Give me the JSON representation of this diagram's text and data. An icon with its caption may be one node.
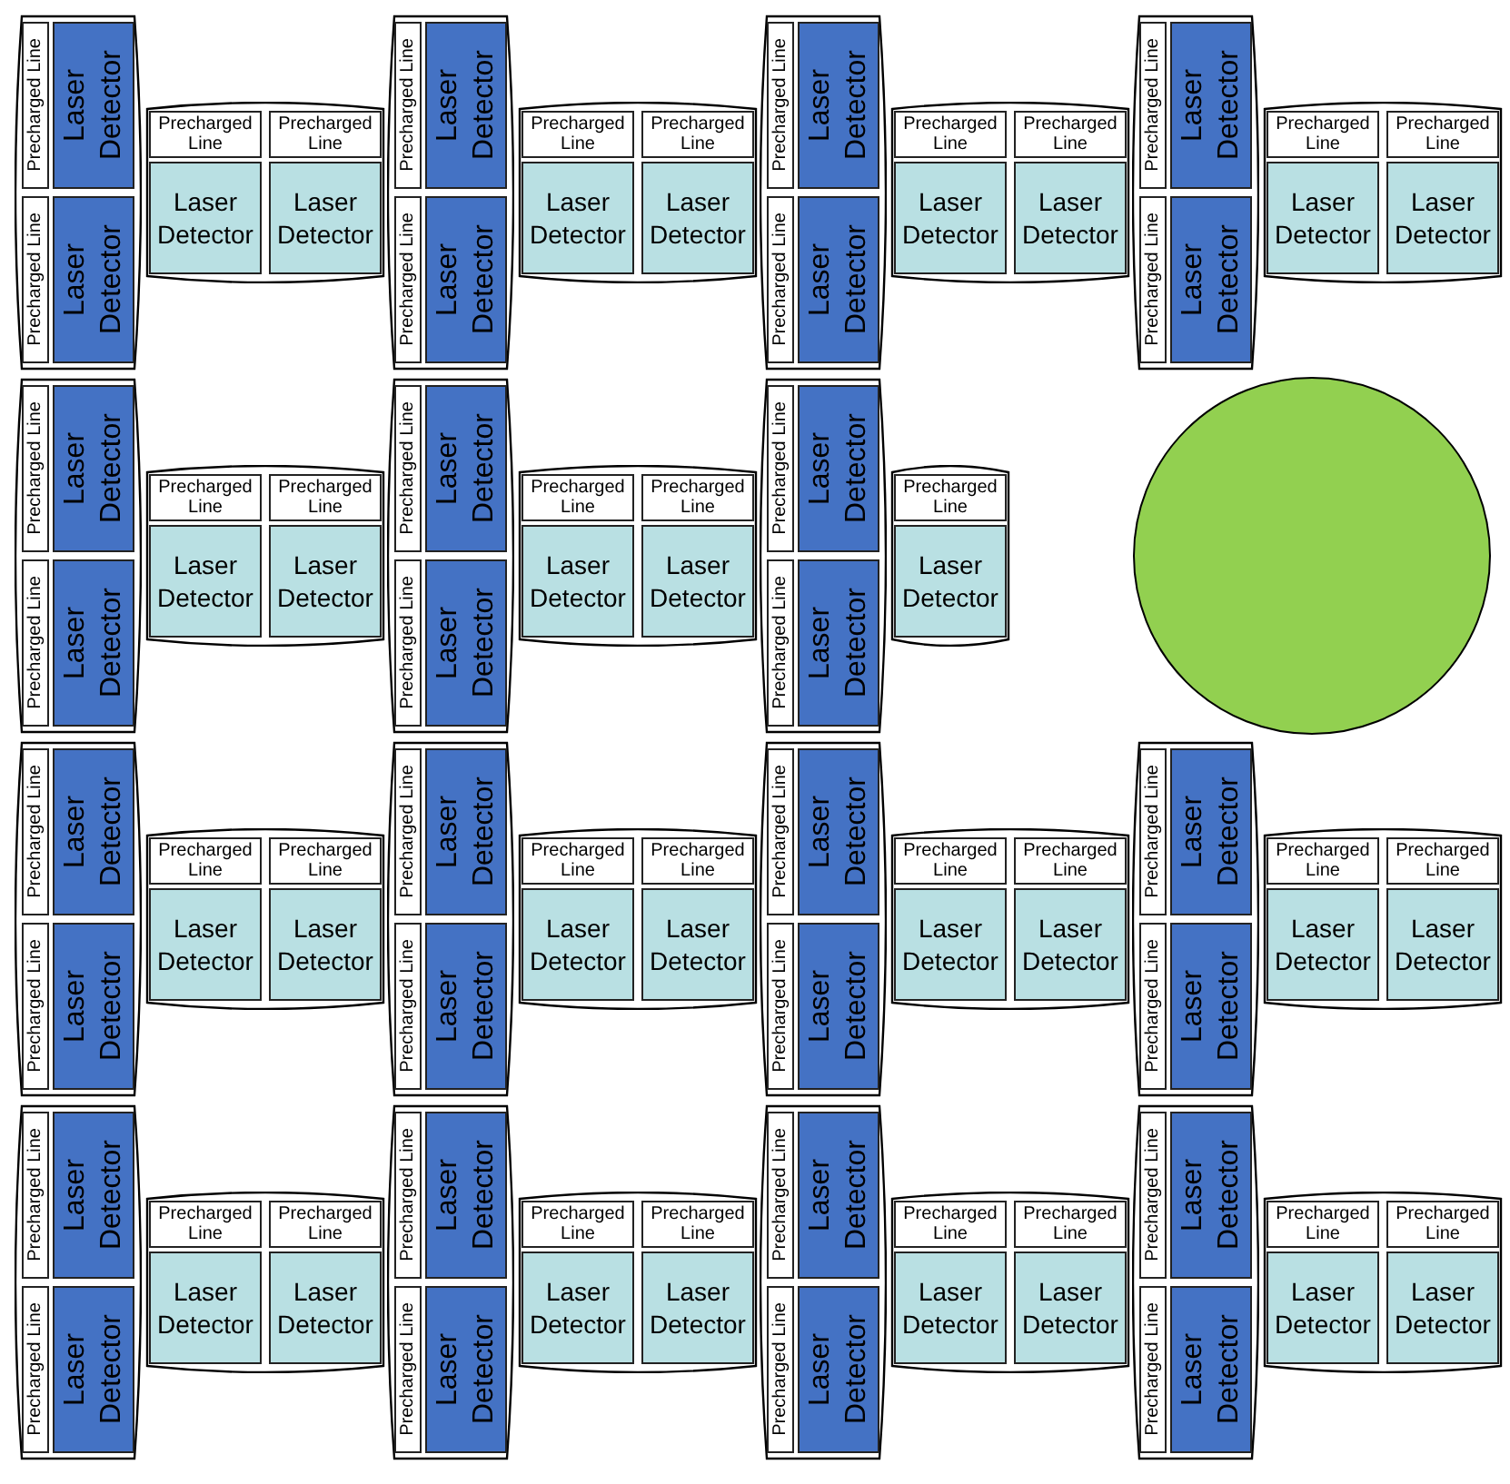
{
  "diagram": {
    "nodes": [
      {
        "text": [
          "Precharged Line"
        ]
      },
      {
        "text": [
          "Laser Detector"
        ]
      },
      {
        "text": [
          "Precharged Line"
        ]
      },
      {
        "text": [
          "Laser Detector"
        ]
      },
      {
        "text": [
          "Precharged Line"
        ]
      },
      {
        "text": [
          "Laser Detector"
        ]
      },
      {
        "text": [
          "Precharged Line"
        ]
      },
      {
        "text": [
          "Laser Detector"
        ]
      },
      {
        "text": [
          "Precharged Line"
        ]
      },
      {
        "text": [
          "Laser Detector"
        ]
      },
      {
        "text": [
          "Precharged Line"
        ]
      },
      {
        "text": [
          "Laser Detector"
        ]
      },
      {
        "text": [
          "Precharged Line"
        ]
      },
      {
        "text": [
          "Laser Detector"
        ]
      },
      {
        "text": [
          "Precharged Line"
        ]
      },
      {
        "text": [
          "Laser Detector"
        ]
      },
      {
        "text": [
          "Precharged Line"
        ]
      },
      {
        "text": [
          "Laser Detector"
        ]
      },
      {
        "text": [
          "Precharged Line"
        ]
      },
      {
        "text": [
          "Laser Detector"
        ]
      },
      {
        "text": [
          "Precharged Line"
        ]
      },
      {
        "text": [
          "Laser Detector"
        ]
      },
      {
        "text": [
          "Precharged Line"
        ]
      },
      {
        "text": [
          "Laser Detector"
        ]
      },
      {
        "text": [
          "Precharged Line"
        ]
      },
      {
        "text": [
          "Laser Detector"
        ]
      },
      {
        "text": [
          "Precharged Line"
        ]
      },
      {
        "text": [
          "Laser Detector"
        ]
      },
      {
        "text": [
          "Precharged Line"
        ]
      },
      {
        "text": [
          "Laser Detector"
        ]
      },
      {
        "text": [
          "Precharged Line"
        ]
      },
      {
        "text": [
          "Laser Detector"
        ]
      },
      {
        "text": [
          "Precharged Line"
        ]
      },
      {
        "text": [
          "Laser Detector"
        ]
      },
      {
        "text": [
          "Precharged Line"
        ]
      },
      {
        "text": [
          "Laser Detector"
        ]
      },
      {
        "text": [
          "Precharged Line"
        ]
      },
      {
        "text": [
          "Laser Detector"
        ]
      },
      {
        "text": [
          "Precharged Line"
        ]
      },
      {
        "text": [
          "Laser Detector"
        ]
      },
      {
        "text": [
          "Precharged Line"
        ]
      },
      {
        "text": [
          "Laser Detector"
        ]
      },
      {
        "text": [
          "Precharged Line"
        ]
      },
      {
        "text": [
          "Laser Detector"
        ]
      },
      {
        "text": [
          "Precharged Line"
        ]
      },
      {
        "text": [
          "Laser Detector"
        ]
      },
      {
        "text": [
          "Precharged Line"
        ]
      },
      {
        "text": [
          "Laser Detector"
        ]
      },
      {
        "text": [
          "Precharged Line"
        ]
      },
      {
        "text": [
          "Laser Detector"
        ]
      },
      {
        "text": [
          "Precharged Line"
        ]
      },
      {
        "text": [
          "Laser Detector"
        ]
      },
      {
        "text": [
          "Precharged Line"
        ]
      },
      {
        "text": [
          "Laser Detector"
        ]
      },
      {
        "text": [
          "Precharged Line"
        ]
      },
      {
        "text": [
          "Laser Detector"
        ]
      },
      {
        "text": [
          "Precharged Line"
        ]
      },
      {
        "text": [
          "Laser Detector"
        ]
      },
      {
        "text": [
          "Precharged Line"
        ]
      },
      {
        "text": [
          "Laser Detector"
        ]
      },
      {
        "text": [
          "Precharged Line"
        ]
      },
      {
        "text": [
          "Laser Detector"
        ]
      },
      {
        "text": [
          "Precharged Line"
        ]
      },
      {
        "text": [
          "Laser Detector"
        ]
      },
      {
        "text": [
          "Precharged Line"
        ]
      },
      {
        "text": [
          "Laser Detector"
        ]
      },
      {
        "text": [
          "Precharged Line"
        ]
      },
      {
        "text": [
          "Laser Detector"
        ]
      },
      {
        "text": [
          "Precharged Line"
        ]
      },
      {
        "text": [
          "Laser Detector"
        ]
      },
      {
        "text": [
          "Precharged Line"
        ]
      },
      {
        "text": [
          "Laser Detector"
        ]
      },
      {
        "text": [
          "Precharged Line"
        ]
      },
      {
        "text": [
          "Laser Detector"
        ]
      },
      {
        "text": [
          "Precharged Line"
        ]
      },
      {
        "text": [
          "Laser Detector"
        ]
      },
      {
        "text": [
          "Precharged Line"
        ]
      },
      {
        "text": [
          "Laser Detector"
        ]
      },
      {
        "text": [
          "Precharged Line"
        ]
      },
      {
        "text": [
          "Laser Detector"
        ]
      },
      {
        "text": [
          "Precharged Line"
        ]
      },
      {
        "text": [
          "Laser Detector"
        ]
      },
      {
        "text": [
          "Precharged Line"
        ]
      },
      {
        "text": [
          "Laser Detector"
        ]
      },
      {
        "text": [
          "Precharged Line"
        ]
      },
      {
        "text": [
          "Laser Detector"
        ]
      },
      {
        "text": [
          "Precharged Line"
        ]
      },
      {
        "text": [
          "Laser Detector"
        ]
      },
      {
        "text": [
          "Precharged Line"
        ]
      },
      {
        "text": [
          "Laser Detector"
        ]
      },
      {
        "text": [
          "Precharged Line"
        ]
      },
      {
        "text": [
          "Laser Detector"
        ]
      },
      {
        "text": [
          "Precharged Line"
        ]
      },
      {
        "text": [
          "Laser Detector"
        ]
      },
      {
        "text": [
          "Precharged Line"
        ]
      },
      {
        "text": [
          "Laser Detector"
        ]
      },
      {
        "text": [
          "Precharged Line"
        ]
      },
      {
        "text": [
          "Laser Detector"
        ]
      },
      {
        "text": [
          "Precharged Line"
        ]
      },
      {
        "text": [
          "Laser Detector"
        ]
      },
      {
        "text": [
          "Precharged Line"
        ]
      },
      {
        "text": [
          "Laser Detector"
        ]
      },
      {
        "text": [
          "Precharged Line"
        ]
      },
      {
        "text": [
          "Laser Detector"
        ]
      },
      {
        "text": [
          "Precharged Line"
        ]
      },
      {
        "text": [
          "Laser Detector"
        ]
      },
      {
        "text": [
          "Precharged Line"
        ]
      },
      {
        "text": [
          "Laser Detector"
        ]
      },
      {
        "text": [
          "Precharged Line"
        ]
      },
      {
        "text": [
          "Laser Detector"
        ]
      },
      {
        "text": [
          "Precharged Line"
        ]
      },
      {
        "text": [
          "Laser Detector"
        ]
      },
      {
        "text": [
          "Precharged Line"
        ]
      },
      {
        "text": [
          "Laser Detector"
        ]
      },
      {
        "text": [
          "Precharged Line"
        ]
      },
      {
        "text": [
          "Laser Detector"
        ]
      },
      {
        "text": [
          "Precharged Line"
        ]
      },
      {
        "text": [
          "Laser Detector"
        ]
      },
      {
        "text": [],
        "shape": "circle"
      }
    ]
  }
}
